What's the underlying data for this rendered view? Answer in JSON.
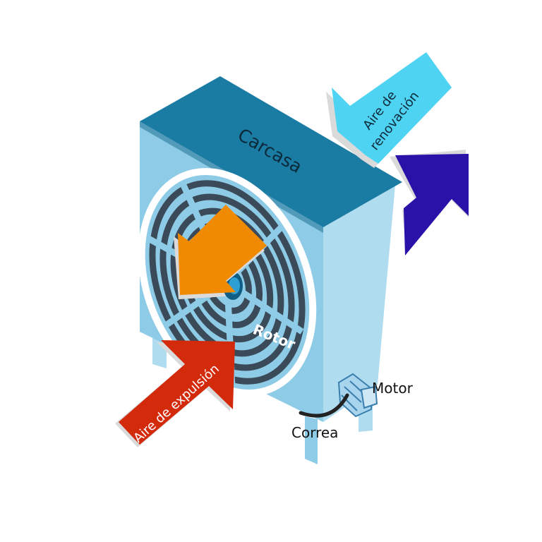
{
  "labels": {
    "housing": "Carcasa",
    "rotor": "Rotor",
    "motor": "Motor",
    "belt": "Correa",
    "fresh_air_line1": "Aire de",
    "fresh_air_line2": "renovación",
    "exhaust_air": "Aire de expulsión"
  },
  "colors": {
    "housing_top": "#1a7ba3",
    "housing_front": "#8ecbe6",
    "housing_side": "#b0dcef",
    "fan_rings": "#3a4a58",
    "orange_arrow": "#f08a00",
    "red_arrow": "#d42a0c",
    "cyan_arrow": "#4fd3f2",
    "purple_arrow": "#2a11a8"
  }
}
